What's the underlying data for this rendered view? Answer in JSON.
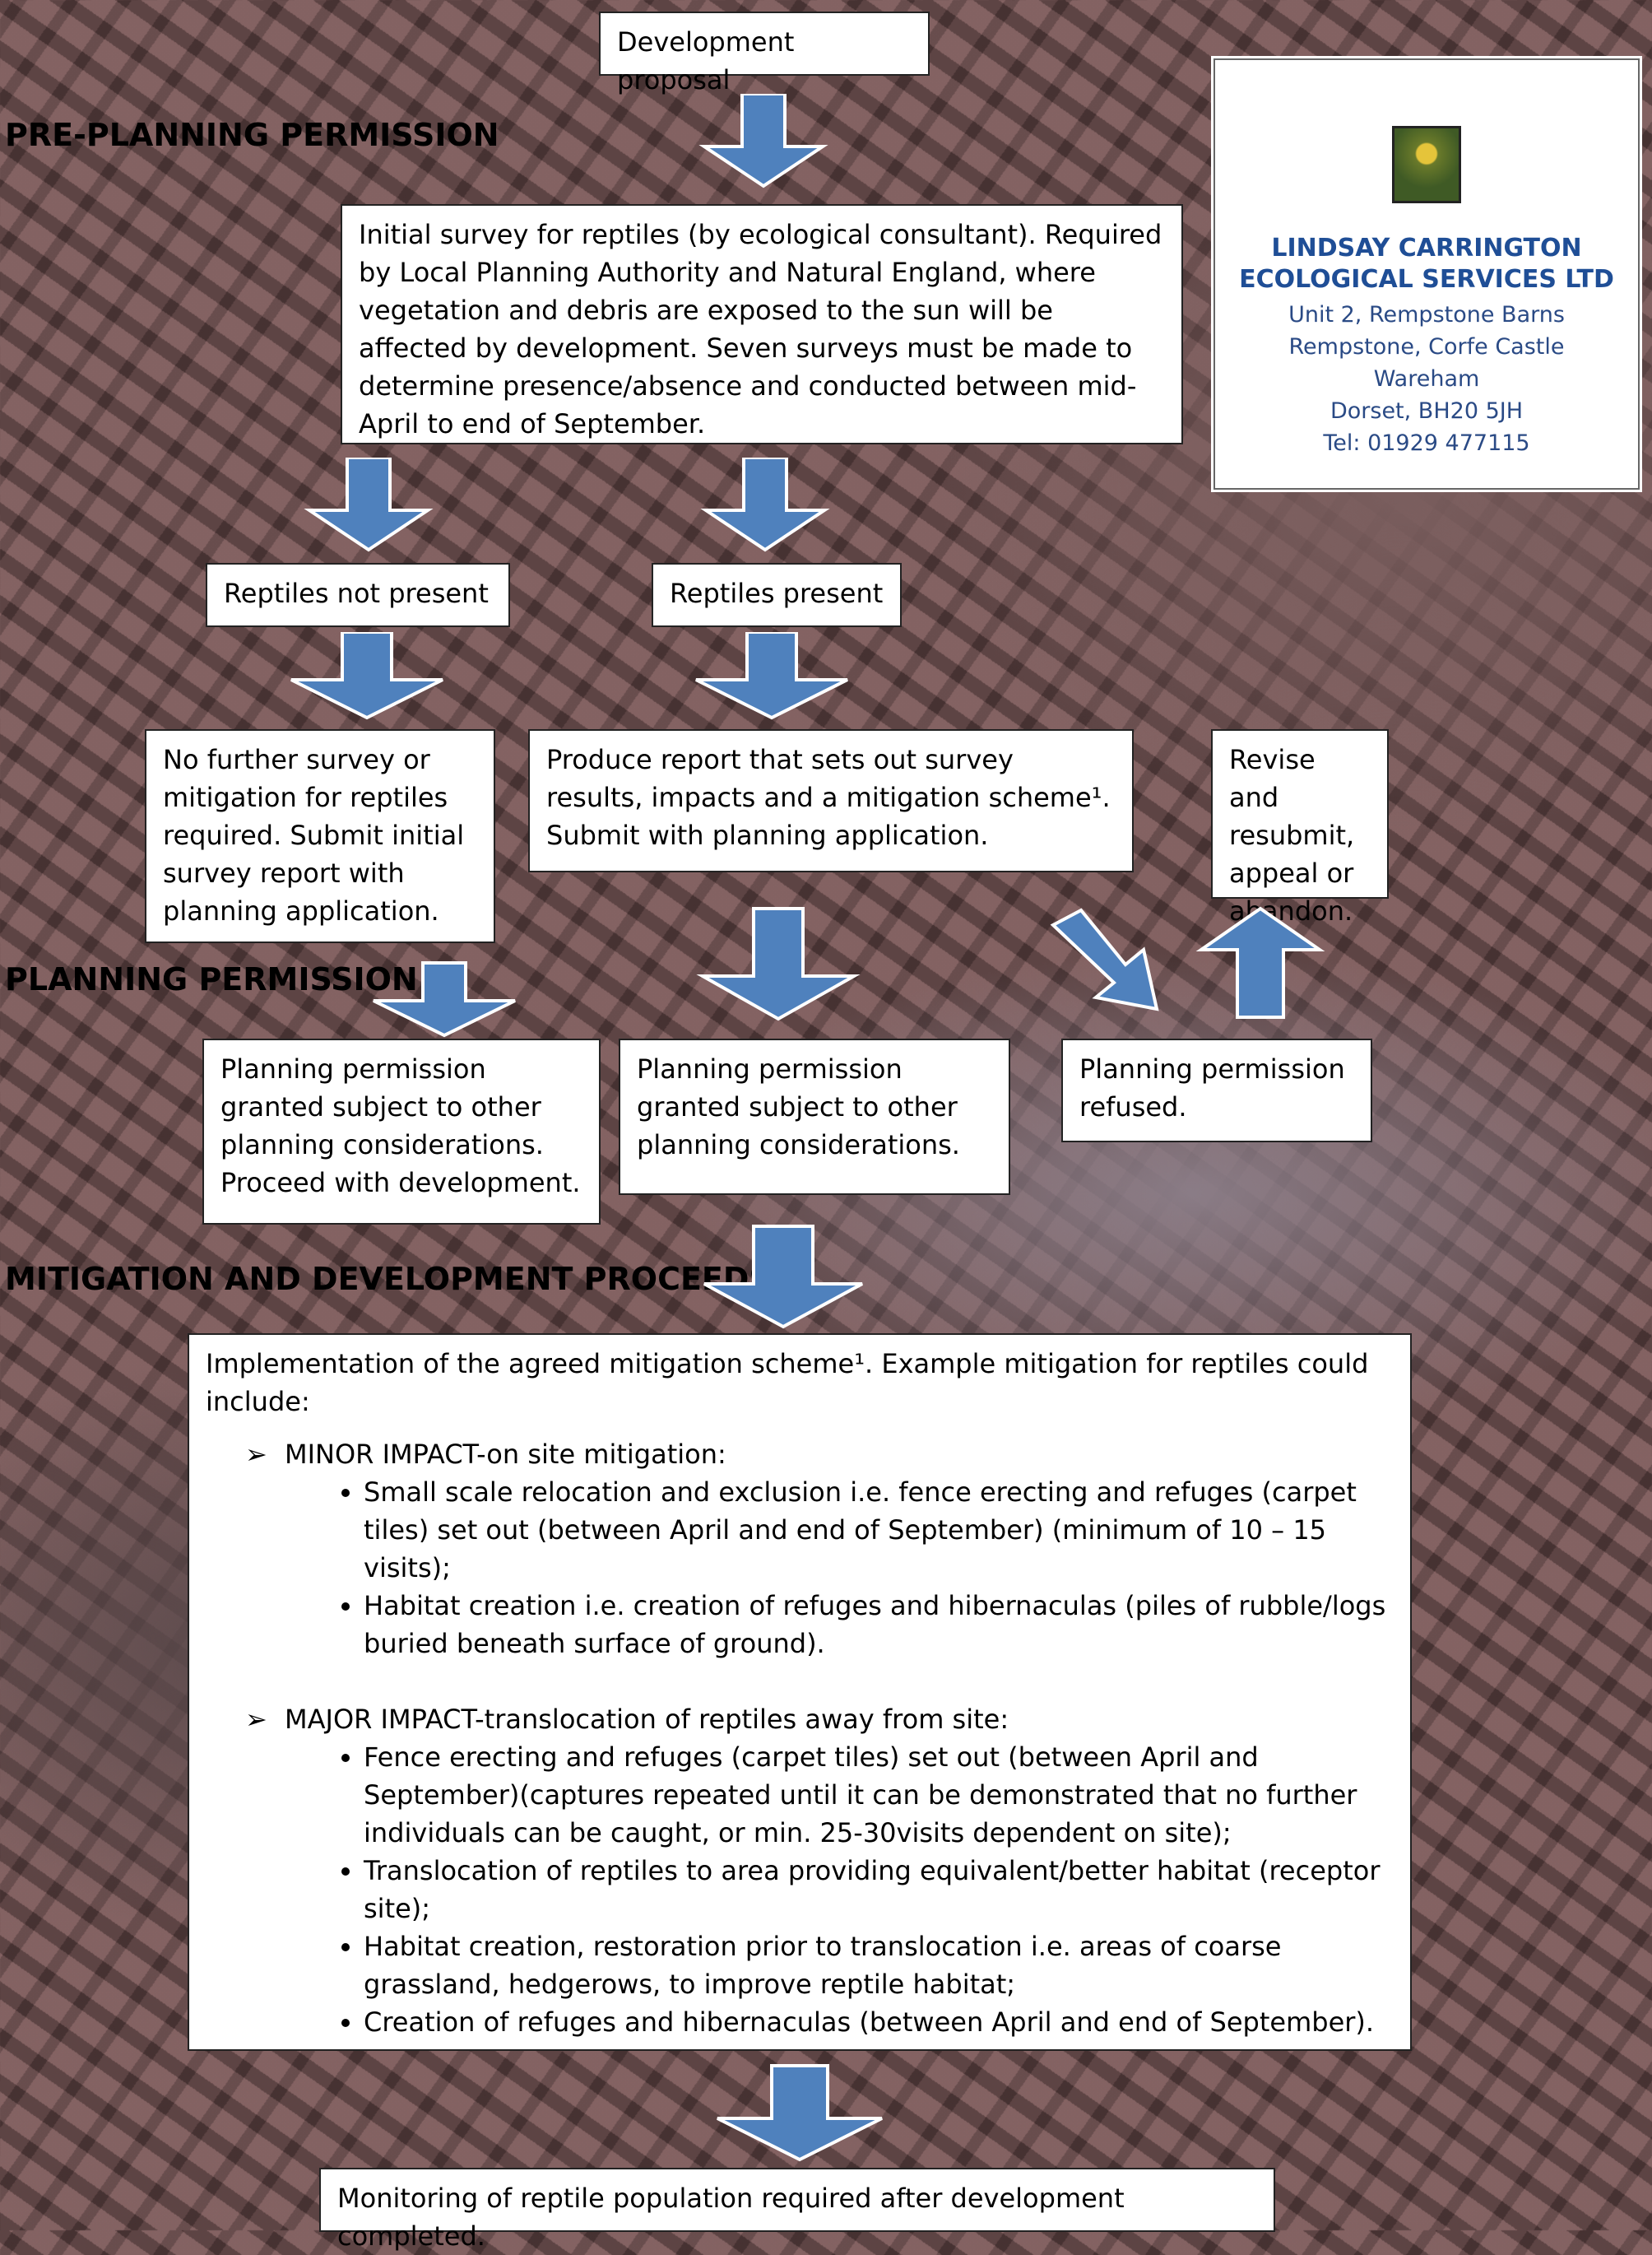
{
  "headings": {
    "pre_planning": "PRE-PLANNING PERMISSION",
    "planning": "PLANNING PERMISSION",
    "mitigation": "MITIGATION AND DEVELOPMENT PROCEEDS"
  },
  "boxes": {
    "development_proposal": "Development proposal",
    "initial_survey": "Initial survey for reptiles (by ecological consultant). Required by Local Planning Authority and Natural England, where vegetation and debris are exposed to the sun will be affected by development.  Seven surveys must be made to determine presence/absence and conducted between mid-April to end of September.",
    "reptiles_not_present": "Reptiles not present",
    "reptiles_present": "Reptiles present",
    "no_further_survey": "No further survey or mitigation for reptiles required. Submit initial survey report with planning application.",
    "produce_report": "Produce report that sets out survey results, impacts and a mitigation scheme¹. Submit with planning application.",
    "revise_resubmit": "Revise and resubmit, appeal or abandon.",
    "granted_proceed": "Planning permission granted subject to other planning considerations. Proceed with development.",
    "granted_other": "Planning permission granted subject to other planning considerations.",
    "refused": "Planning permission refused.",
    "monitoring": "Monitoring of reptile population required after development completed."
  },
  "mitigation": {
    "intro": "Implementation of the agreed mitigation scheme¹. Example mitigation for reptiles could include:",
    "minor": {
      "title": "MINOR IMPACT-on site mitigation:",
      "items": [
        "Small scale relocation and exclusion i.e. fence erecting and refuges (carpet tiles) set out (between April and end of September) (minimum of 10 – 15 visits);",
        "Habitat creation i.e. creation of refuges and hibernaculas (piles of rubble/logs buried beneath surface of ground)."
      ]
    },
    "major": {
      "title": "MAJOR IMPACT-translocation of reptiles away from site:",
      "items": [
        "Fence erecting and refuges (carpet tiles) set out (between April and September)(captures repeated until it can be demonstrated that no further individuals can be caught, or min. 25-30visits dependent on site);",
        "Translocation of reptiles to area providing equivalent/better habitat (receptor site);",
        "Habitat creation, restoration prior to translocation i.e. areas of coarse grassland, hedgerows, to improve reptile habitat;",
        "Creation of refuges and hibernaculas (between April and end of September)."
      ]
    }
  },
  "company": {
    "name_line1": "LINDSAY CARRINGTON",
    "name_line2": "ECOLOGICAL SERVICES LTD",
    "address": [
      "Unit 2, Rempstone Barns",
      "Rempstone, Corfe Castle",
      "Wareham",
      "Dorset, BH20 5JH",
      "Tel: 01929 477115"
    ]
  },
  "colors": {
    "arrow_fill": "#4f81bd",
    "arrow_stroke": "#ffffff",
    "company_text": "#1f4e96"
  }
}
